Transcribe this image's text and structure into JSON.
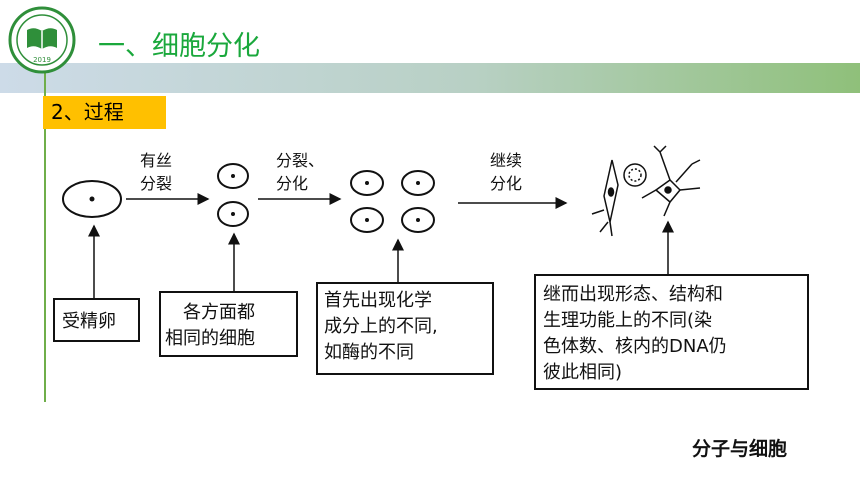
{
  "header": {
    "title": "一、细胞分化"
  },
  "logo": {
    "year": "2019"
  },
  "section": {
    "step": "2、过程"
  },
  "diagram": {
    "arrows": {
      "a1_line1": "有丝",
      "a1_line2": "分裂",
      "a2_line1": "分裂、",
      "a2_line2": "分化",
      "a3_line1": "继续",
      "a3_line2": "分化"
    },
    "boxes": {
      "b1_line1": "受精卵",
      "b2_line1": "各方面都",
      "b2_line2": "相同的细胞",
      "b3_line1": "首先出现化学",
      "b3_line2": "成分上的不同,",
      "b3_line3": "如酶的不同",
      "b4_line1": "继而出现形态、结构和",
      "b4_line2": "生理功能上的不同(染",
      "b4_line3": "色体数、核内的DNA仍",
      "b4_line4": "彼此相同)"
    }
  },
  "footer": {
    "caption": "分子与细胞"
  }
}
